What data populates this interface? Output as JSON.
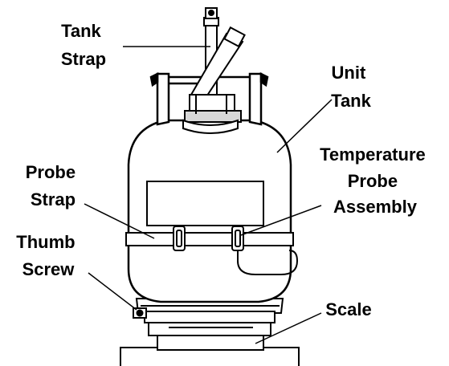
{
  "labels": {
    "tank_strap": [
      "Tank",
      "Strap"
    ],
    "unit_tank": [
      "Unit",
      "Tank"
    ],
    "temperature_probe_assembly": [
      "Temperature",
      "Probe",
      "Assembly"
    ],
    "probe_strap": [
      "Probe",
      "Strap"
    ],
    "thumb_screw": [
      "Thumb",
      "Screw"
    ],
    "scale": [
      "Scale"
    ]
  },
  "colors": {
    "ink": "#000000",
    "paper": "#ffffff",
    "fill_light": "#e8e8e8"
  }
}
